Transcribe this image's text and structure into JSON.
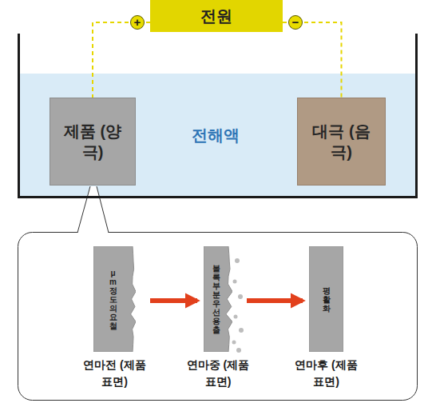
{
  "diagram": {
    "nodes": [
      {
        "text": [
          "전원"
        ]
      },
      {
        "text": [
          "전해액"
        ]
      },
      {
        "text": [
          "제품 (양극)"
        ],
        "in": 1
      },
      {
        "text": [
          "대극 (음극)"
        ],
        "in": 1
      },
      {
        "text": [
          "μm 정도의 요철",
          "연마전 (제품표면)"
        ]
      },
      {
        "text": [
          "볼록 부분 우선 용출",
          "연마중 (제품표면)"
        ]
      },
      {
        "text": [
          "평활화",
          "연마후 (제품표면)"
        ]
      }
    ],
    "edges": [
      {
        "from": 0,
        "to": 2,
        "arrow": "none"
      },
      {
        "from": 0,
        "to": 3,
        "arrow": "none"
      },
      {
        "from": 4,
        "to": 5,
        "arrow": "to"
      },
      {
        "from": 5,
        "to": 6,
        "arrow": "to"
      }
    ],
    "labels": [
      "+",
      "−"
    ]
  }
}
